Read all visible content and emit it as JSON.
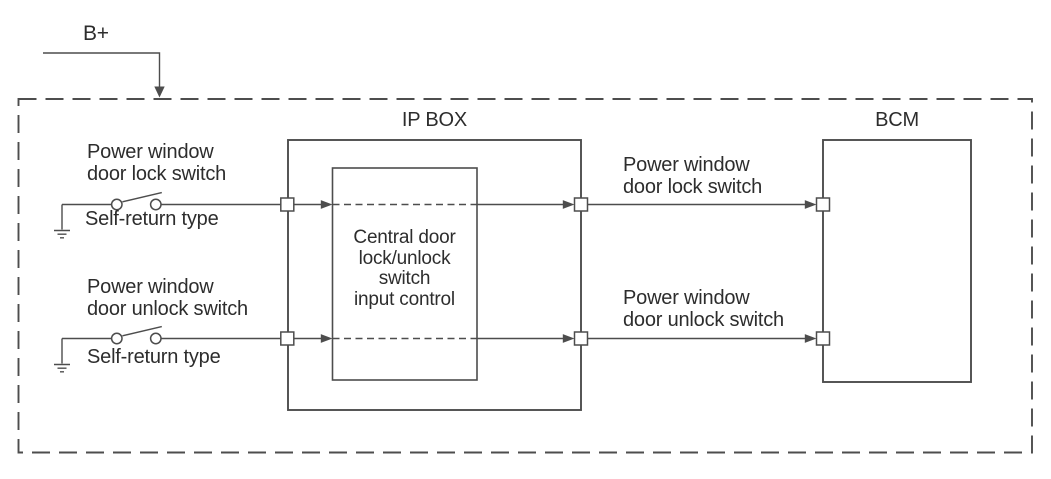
{
  "diagram": {
    "power_source": {
      "label": "B+"
    },
    "ip_box": {
      "label": "IP BOX"
    },
    "bcm": {
      "label": "BCM"
    },
    "controller": {
      "label": "Central door\nlock/unlock\nswitch\ninput control"
    },
    "switches": [
      {
        "label": "Power window\ndoor lock switch",
        "type": "Self-return type"
      },
      {
        "label": "Power window\ndoor unlock switch",
        "type": "Self-return type"
      }
    ],
    "signals": [
      {
        "label": "Power window\ndoor lock switch"
      },
      {
        "label": "Power window\ndoor unlock switch"
      }
    ],
    "colors": {
      "line": "#4d4d4d",
      "text": "#2d2d2d",
      "background": "#ffffff"
    }
  }
}
